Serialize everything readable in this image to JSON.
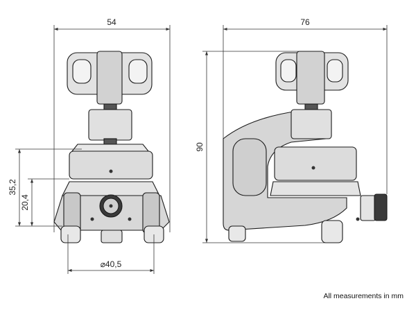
{
  "dimensions": {
    "front_width": "54",
    "side_width": "76",
    "height_total": "90",
    "height_top_plate": "35,2",
    "height_base": "20,4",
    "base_diameter": "⌀40,5"
  },
  "footnote": "All measurements in mm",
  "colors": {
    "line": "#333333",
    "knob": "#e2e2e2",
    "body": "#d6d6d6",
    "dark": "#2a2a2a",
    "light": "#f1f1f1"
  }
}
